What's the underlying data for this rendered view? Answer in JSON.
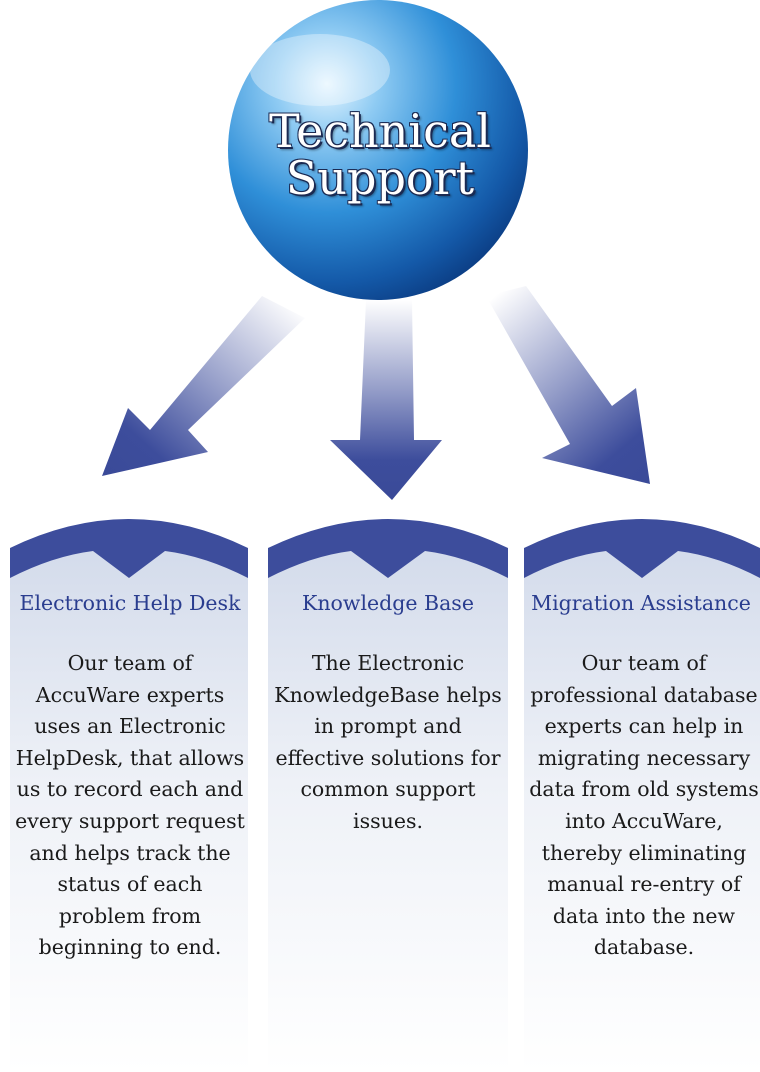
{
  "hub": {
    "title_line1": "Technical",
    "title_line2": "Support"
  },
  "columns": [
    {
      "title": "Electronic Help Desk",
      "body": "Our team of AccuWare experts uses an Electronic HelpDesk, that allows us to record each and every support request and helps track the status of each problem from beginning to end."
    },
    {
      "title": "Knowledge Base",
      "body": "The Electronic KnowledgeBase helps in prompt and effective solutions for common support issues."
    },
    {
      "title": "Migration Assistance",
      "body": "Our team of professional database experts can help in migrating necessary data from old systems into AccuWare, thereby eliminating manual re-entry of data into the new database."
    }
  ],
  "colors": {
    "accent": "#3d4d9c",
    "title_text": "#2a3d8f",
    "sphere_light": "#bfe4fb",
    "sphere_mid": "#2f8fd8",
    "sphere_dark": "#0c3f86",
    "card_gradient_top": "#d6ddec"
  }
}
